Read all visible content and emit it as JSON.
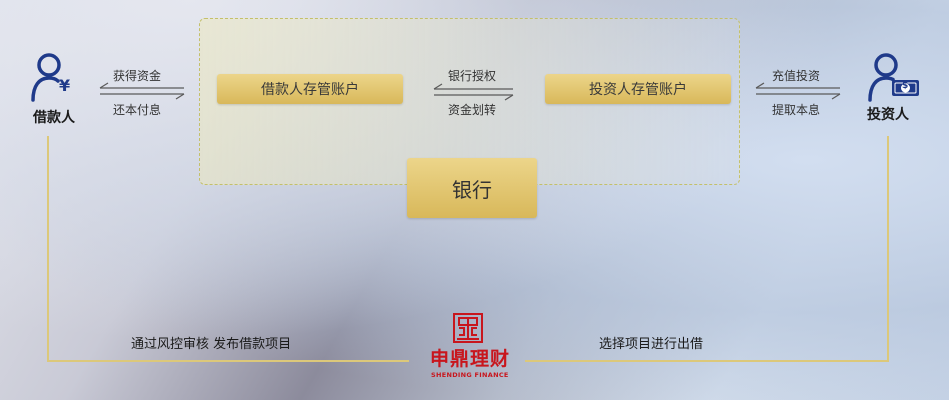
{
  "borrower": {
    "label": "借款人",
    "icon": "borrower-yuan-icon",
    "currency_symbol": "¥"
  },
  "investor": {
    "label": "投资人",
    "icon": "investor-money-icon",
    "currency_symbol": "$"
  },
  "left_exchange": {
    "top": "获得资金",
    "bottom": "还本付息"
  },
  "middle_exchange": {
    "top": "银行授权",
    "bottom": "资金划转"
  },
  "right_exchange": {
    "top": "充值投资",
    "bottom": "提取本息"
  },
  "accounts": {
    "borrower_account": "借款人存管账户",
    "investor_account": "投资人存管账户"
  },
  "bank": {
    "label": "银行"
  },
  "bottom_flow": {
    "left": "通过风控审核  发布借款项目",
    "right": "选择项目进行出借"
  },
  "logo": {
    "name": "申鼎理财",
    "subtitle": "SHENDING FINANCE",
    "color": "#c8161d"
  },
  "colors": {
    "gold": "#dcc87a",
    "icon_blue": "#1f3a8a",
    "logo_red": "#c8161d"
  }
}
